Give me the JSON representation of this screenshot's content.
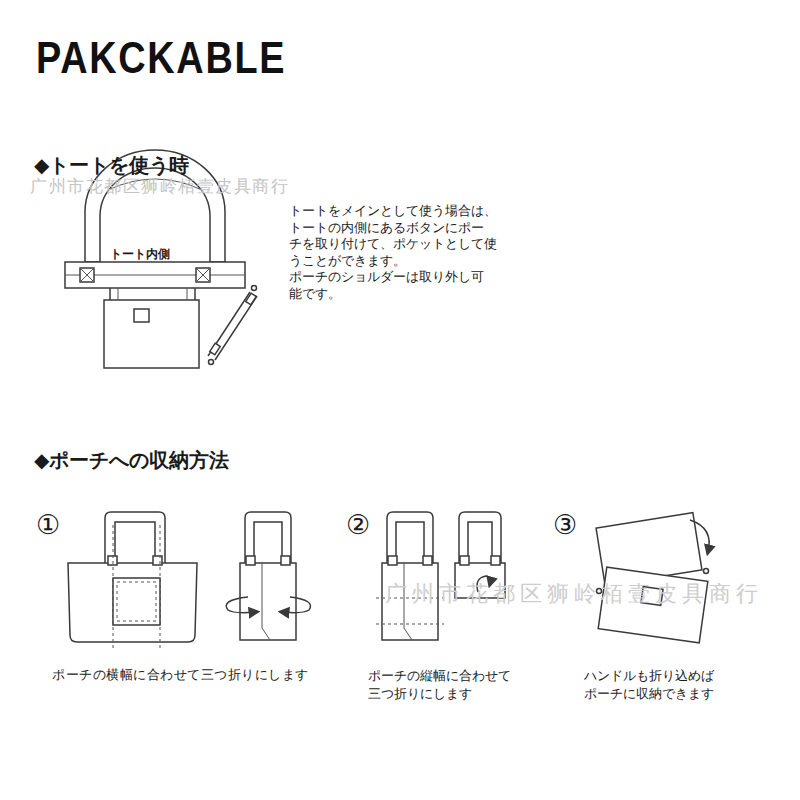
{
  "diagram": {
    "title": "PAKCKABLE",
    "labels": [
      "◆トートを使う時",
      "广州市花都区狮岭栢壹皮具商行",
      "トート内側",
      "トートをメインとして使う場合は、 トートの内側にあるボタンにポー チを取り付けて、ポケットとして使 うことができます。",
      "ポーチのショルダーは取り外し可 能です。",
      "◆ポーチへの収納方法",
      "①",
      "②",
      "③",
      "广州市花都区狮岭栢壹皮具商行",
      "ポーチの横幅に合わせて三つ折りにします",
      "ポーチの縦幅に合わせて 三つ折りにします",
      "ハンドルも折り込めば ポーチに収納できます"
    ]
  }
}
